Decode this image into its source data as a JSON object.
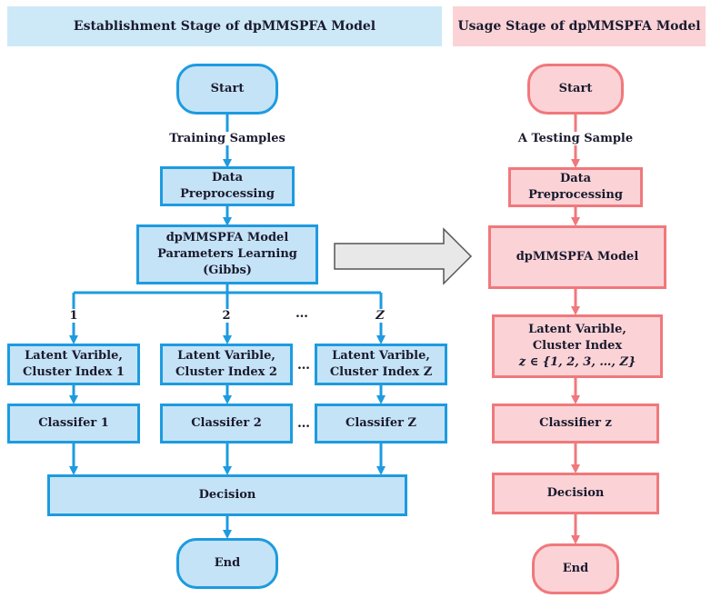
{
  "left": {
    "title": "Establishment Stage of dpMMSPFA Model",
    "start": "Start",
    "training_samples": "Training Samples",
    "preprocess": [
      "Data",
      "Preprocessing"
    ],
    "learning": [
      "dpMMSPFA Model",
      "Parameters Learning",
      "(Gibbs)"
    ],
    "branch_labels": [
      "1",
      "2",
      "…",
      "Z"
    ],
    "latent": [
      [
        "Latent Varible,",
        "Cluster Index 1"
      ],
      [
        "Latent Varible,",
        "Cluster Index 2"
      ],
      [
        "Latent Varible,",
        "Cluster Index Z"
      ]
    ],
    "classifiers": [
      "Classifer 1",
      "Classifer 2",
      "Classifer Z"
    ],
    "ellipsis": "…",
    "decision": "Decision",
    "end": "End"
  },
  "right": {
    "title": "Usage Stage of dpMMSPFA Model",
    "start": "Start",
    "testing_sample": "A Testing Sample",
    "preprocess": [
      "Data",
      "Preprocessing"
    ],
    "model": "dpMMSPFA Model",
    "latent": [
      "Latent Varible,",
      "Cluster Index",
      "z ∈ {1, 2, 3, …, Z}"
    ],
    "classifier": "Classifier z",
    "decision": "Decision",
    "end": "End"
  },
  "colors": {
    "blue_fill": "#c5e3f6",
    "blue_stroke": "#1d9be0",
    "red_fill": "#fbd3d6",
    "red_stroke": "#f0787c"
  }
}
